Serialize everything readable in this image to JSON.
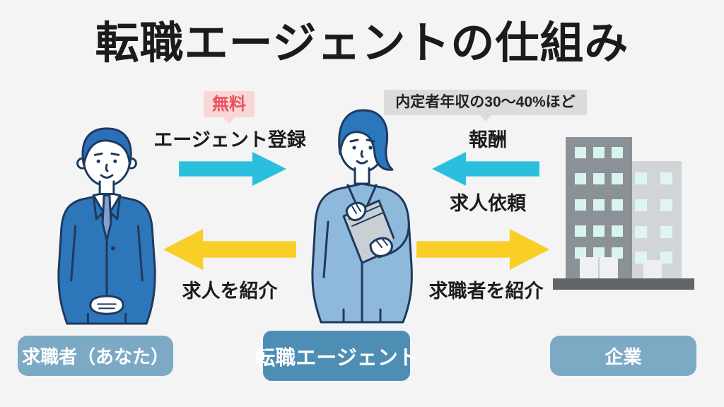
{
  "labels": {
    "title": "転職エージェントの仕組み",
    "free_badge": "無料",
    "fee_badge": "内定者年収の30〜40%ほど",
    "agent_register": "エージェント登録",
    "reward": "報酬",
    "job_request": "求人依頼",
    "introduce_jobs": "求人を紹介",
    "introduce_job_seekers": "求職者を紹介",
    "job_seeker_box": "求職者（あなた）",
    "agent_box": "転職エージェント",
    "company_box": "企業"
  },
  "colors": {
    "background": "#f4f4f4",
    "title_text": "#1b1b1b",
    "arrow_cyan": "#2abfdd",
    "arrow_yellow": "#f8ce27",
    "free_badge_bg": "#f9d6d8",
    "free_badge_text": "#e8525c",
    "fee_badge_bg": "#dcdcdc",
    "fee_badge_text": "#222222",
    "entity_box_bg": "#7caac5",
    "agent_box_bg": "#4e8db4",
    "entity_box_text": "#ffffff"
  },
  "entities": [
    {
      "id": "job-seeker",
      "label": "求職者（あなた）"
    },
    {
      "id": "agent",
      "label": "転職エージェント"
    },
    {
      "id": "company",
      "label": "企業"
    }
  ],
  "flows": [
    {
      "from": "job-seeker",
      "to": "agent",
      "label": "エージェント登録",
      "note": "無料",
      "arrow_color": "cyan",
      "direction": "right"
    },
    {
      "from": "company",
      "to": "agent",
      "label": "報酬",
      "note": "内定者年収の30〜40%ほど",
      "arrow_color": "cyan",
      "direction": "left"
    },
    {
      "from": "company",
      "to": "agent",
      "label": "求人依頼",
      "arrow_color": "cyan",
      "direction": "left"
    },
    {
      "from": "agent",
      "to": "job-seeker",
      "label": "求人を紹介",
      "arrow_color": "yellow",
      "direction": "left"
    },
    {
      "from": "agent",
      "to": "company",
      "label": "求職者を紹介",
      "arrow_color": "yellow",
      "direction": "right"
    }
  ]
}
